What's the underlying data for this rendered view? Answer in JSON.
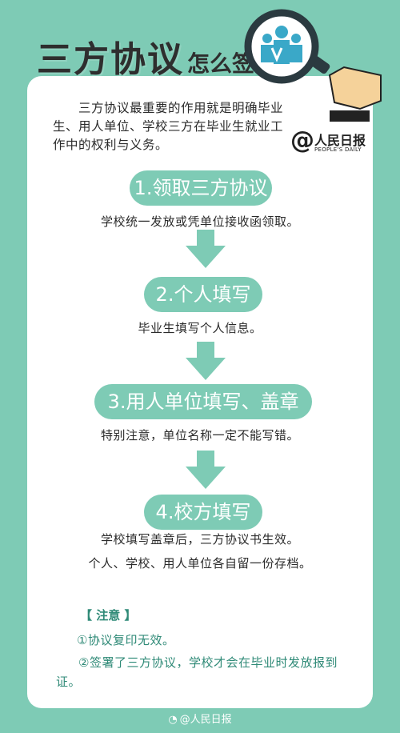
{
  "title": {
    "main": "三方协议",
    "sub": "怎么签?"
  },
  "intro": "三方协议最重要的作用就是明确毕业生、用人单位、学校三方在毕业生就业工作中的权利与义务。",
  "brand": {
    "at": "@",
    "name": "人民日报",
    "english": "PEOPLE'S DAILY"
  },
  "steps": [
    {
      "label": "1.领取三方协议",
      "desc": "学校统一发放或凭单位接收函领取。"
    },
    {
      "label": "2.个人填写",
      "desc": "毕业生填写个人信息。"
    },
    {
      "label": "3.用人单位填写、盖章",
      "desc": "特别注意，单位名称一定不能写错。"
    },
    {
      "label": "4.校方填写",
      "desc": "学校填写盖章后，三方协议书生效。",
      "desc2": "个人、学校、用人单位各自留一份存档。"
    }
  ],
  "notes": {
    "heading": "【 注意 】",
    "items": [
      "①协议复印无效。",
      "②签署了三方协议，学校才会在毕业时发放报到证。"
    ]
  },
  "footer": {
    "text": "@人民日报"
  },
  "colors": {
    "background": "#7ecbb5",
    "card": "#ffffff",
    "accent_text": "#2f8a77",
    "magnifier_ring": "#2b3a40"
  }
}
